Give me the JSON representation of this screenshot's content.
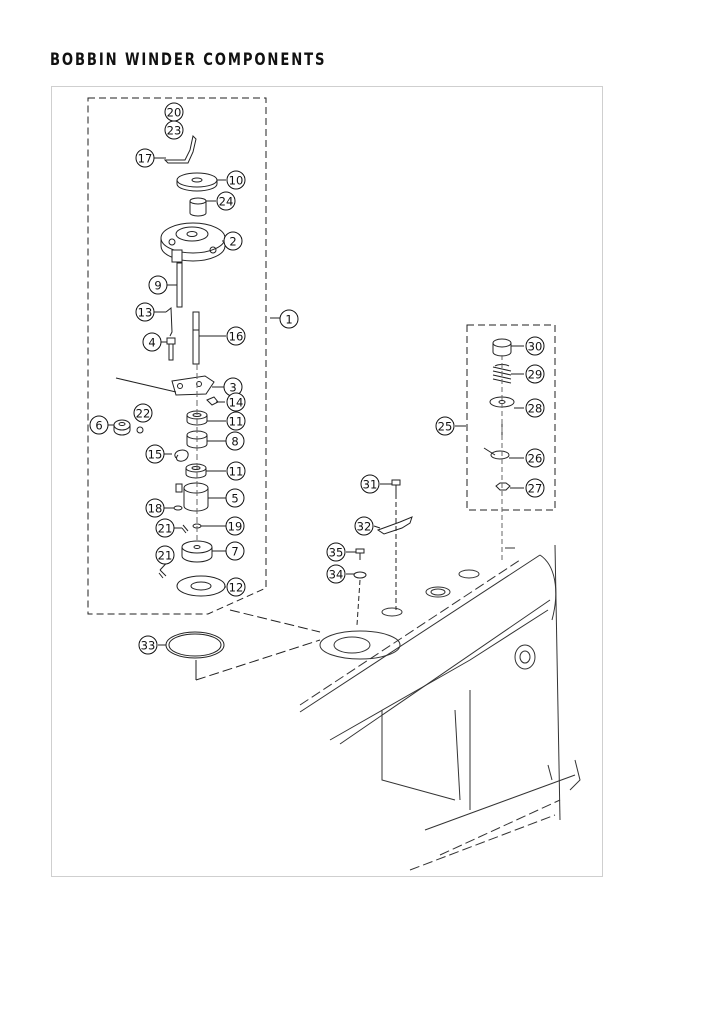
{
  "title": "BOBBIN WINDER COMPONENTS",
  "callouts": [
    {
      "id": "c20",
      "num": "20"
    },
    {
      "id": "c23",
      "num": "23"
    },
    {
      "id": "c17",
      "num": "17"
    },
    {
      "id": "c10",
      "num": "10"
    },
    {
      "id": "c24",
      "num": "24"
    },
    {
      "id": "c2",
      "num": "2"
    },
    {
      "id": "c9",
      "num": "9"
    },
    {
      "id": "c1",
      "num": "1"
    },
    {
      "id": "c13",
      "num": "13"
    },
    {
      "id": "c16",
      "num": "16"
    },
    {
      "id": "c4",
      "num": "4"
    },
    {
      "id": "c3",
      "num": "3"
    },
    {
      "id": "c14",
      "num": "14"
    },
    {
      "id": "c22",
      "num": "22"
    },
    {
      "id": "c6",
      "num": "6"
    },
    {
      "id": "c11a",
      "num": "11"
    },
    {
      "id": "c8",
      "num": "8"
    },
    {
      "id": "c15",
      "num": "15"
    },
    {
      "id": "c11b",
      "num": "11"
    },
    {
      "id": "c5",
      "num": "5"
    },
    {
      "id": "c18",
      "num": "18"
    },
    {
      "id": "c21a",
      "num": "21"
    },
    {
      "id": "c19",
      "num": "19"
    },
    {
      "id": "c21b",
      "num": "21"
    },
    {
      "id": "c7",
      "num": "7"
    },
    {
      "id": "c12",
      "num": "12"
    },
    {
      "id": "c33",
      "num": "33"
    },
    {
      "id": "c30",
      "num": "30"
    },
    {
      "id": "c29",
      "num": "29"
    },
    {
      "id": "c25",
      "num": "25"
    },
    {
      "id": "c28",
      "num": "28"
    },
    {
      "id": "c26",
      "num": "26"
    },
    {
      "id": "c27",
      "num": "27"
    },
    {
      "id": "c31",
      "num": "31"
    },
    {
      "id": "c32",
      "num": "32"
    },
    {
      "id": "c35",
      "num": "35"
    },
    {
      "id": "c34",
      "num": "34"
    }
  ]
}
